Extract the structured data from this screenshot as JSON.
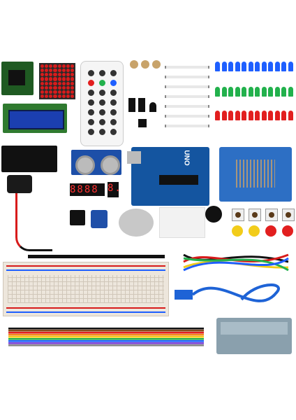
{
  "product_photo": {
    "description_visible": false,
    "colors": {
      "background": "#ffffff",
      "pcb_blue": "#1455a0",
      "pcb_green": "#2f7a2f",
      "lcd_blue": "#1b3fb0",
      "led_blue": "#1e5fff",
      "led_green": "#22b14c",
      "led_red": "#e21f1f",
      "breadboard": "#ede6dc",
      "usb_cable": "#1e63d6"
    },
    "printed_labels": {
      "uno_board": "UNO",
      "display_4digit": "8888",
      "display_1digit": "8."
    }
  }
}
